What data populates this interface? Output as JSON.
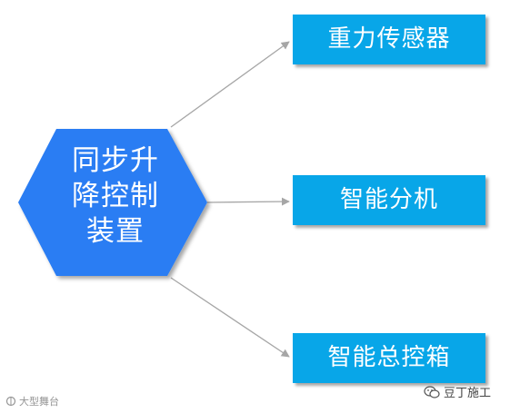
{
  "center": {
    "lines": [
      "同步升",
      "降控制",
      "装置"
    ]
  },
  "targets": [
    {
      "label": "重力传感器"
    },
    {
      "label": "智能分机"
    },
    {
      "label": "智能总控箱"
    }
  ],
  "watermarks": {
    "left": "大型舞台",
    "right": "豆丁施工"
  },
  "colors": {
    "hexagon": "#2b7df3",
    "box": "#08a6e8",
    "arrow": "#a6a6a6"
  },
  "icons": {
    "left_watermark": "watermark-logo-icon",
    "right_watermark": "wechat-icon"
  }
}
